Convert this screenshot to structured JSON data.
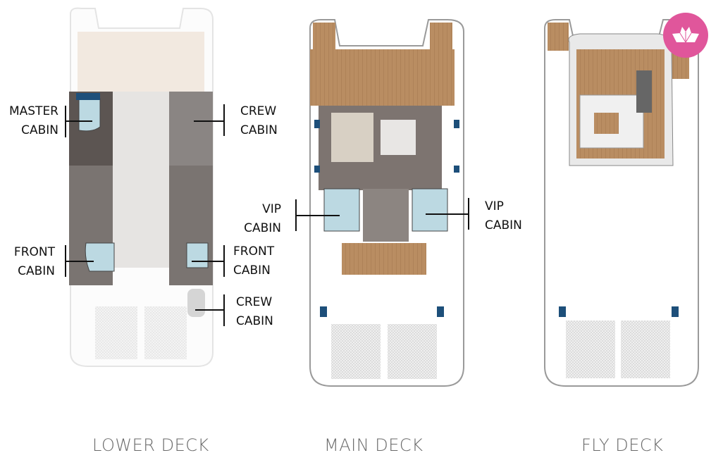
{
  "decks": [
    {
      "name": "LOWER DECK",
      "labels": [
        {
          "line1": "MASTER",
          "line2": "CABIN"
        },
        {
          "line1": "CREW",
          "line2": "CABIN"
        },
        {
          "line1": "FRONT",
          "line2": "CABIN"
        },
        {
          "line1": "FRONT",
          "line2": "CABIN"
        },
        {
          "line1": "CREW",
          "line2": "CABIN"
        }
      ]
    },
    {
      "name": "MAIN DECK",
      "labels": [
        {
          "line1": "VIP",
          "line2": "CABIN"
        },
        {
          "line1": "VIP",
          "line2": "CABIN"
        }
      ]
    },
    {
      "name": "FLY DECK",
      "labels": []
    }
  ],
  "colors": {
    "wood": "#b98d62",
    "interior": "#7d7470",
    "cabin": "#bcd9e2",
    "logo": "#e0569b",
    "window": "#1d4f7a"
  },
  "logo": {
    "icon": "paper-boat-icon"
  }
}
